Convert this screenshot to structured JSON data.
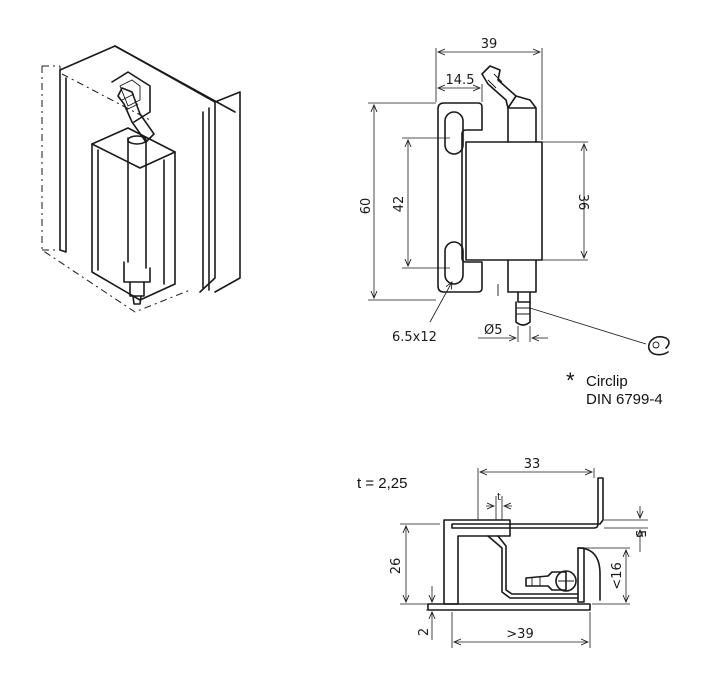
{
  "front_view": {
    "width_39": "39",
    "width_14_5": "14.5",
    "height_60": "60",
    "spacing_42": "42",
    "leaf_36": "36",
    "slot": "6.5x12",
    "pin_dia": "Ø5"
  },
  "circlip_note": {
    "asterisk": "*",
    "line1": "Circlip",
    "line2": "DIN 6799-4"
  },
  "side_view": {
    "thickness": "t = 2,25",
    "dim_33": "33",
    "dim_t_small": "t",
    "dim_5": "5",
    "dim_26": "26",
    "dim_16": "<16",
    "dim_2": "2",
    "dim_39": ">39"
  }
}
